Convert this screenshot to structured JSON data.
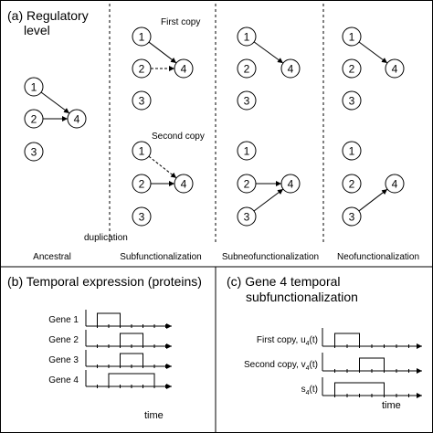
{
  "panel_a": {
    "title_line1": "(a) Regulatory",
    "title_line2": "level",
    "first_copy_label": "First copy",
    "second_copy_label": "Second copy",
    "duplication_label": "duplication",
    "column_labels": [
      "Ancestral",
      "Subfunctionalization",
      "Subneofunctionalization",
      "Neofunctionalization"
    ],
    "gene_labels": [
      "1",
      "2",
      "3",
      "4"
    ],
    "networks": {
      "ancestral": [
        {
          "from": "1",
          "to": "4",
          "style": "solid"
        },
        {
          "from": "2",
          "to": "4",
          "style": "solid"
        }
      ],
      "subfunctionalization_first": [
        {
          "from": "1",
          "to": "4",
          "style": "solid"
        },
        {
          "from": "2",
          "to": "4",
          "style": "dashed"
        }
      ],
      "subfunctionalization_second": [
        {
          "from": "1",
          "to": "4",
          "style": "dashed"
        },
        {
          "from": "2",
          "to": "4",
          "style": "solid"
        }
      ],
      "subneofunctionalization_first": [
        {
          "from": "1",
          "to": "4",
          "style": "solid"
        }
      ],
      "subneofunctionalization_second": [
        {
          "from": "2",
          "to": "4",
          "style": "solid"
        },
        {
          "from": "3",
          "to": "4",
          "style": "solid"
        }
      ],
      "neofunctionalization_first": [
        {
          "from": "1",
          "to": "4",
          "style": "solid"
        }
      ],
      "neofunctionalization_second": [
        {
          "from": "3",
          "to": "4",
          "style": "solid"
        }
      ]
    }
  },
  "panel_b": {
    "title": "(b) Temporal expression (proteins)",
    "rows": [
      {
        "label": "Gene 1",
        "pulse": [
          1,
          3
        ]
      },
      {
        "label": "Gene 2",
        "pulse": [
          3,
          5
        ]
      },
      {
        "label": "Gene 3",
        "pulse": [
          3,
          5
        ]
      },
      {
        "label": "Gene 4",
        "pulse": [
          2,
          6
        ]
      }
    ],
    "xlabel": "time"
  },
  "panel_c": {
    "title_line1": "(c) Gene 4 temporal",
    "title_line2": "subfunctionalization",
    "rows": [
      {
        "label": "First copy,  u",
        "sub": "4",
        "suffix": "(t)",
        "pulse": [
          1,
          3
        ]
      },
      {
        "label": "Second copy,  v",
        "sub": "4",
        "suffix": "(t)",
        "pulse": [
          3,
          5
        ]
      },
      {
        "label": "s",
        "sub": "4",
        "suffix": "(t)",
        "pulse": [
          1,
          5
        ]
      }
    ],
    "xlabel": "time"
  }
}
